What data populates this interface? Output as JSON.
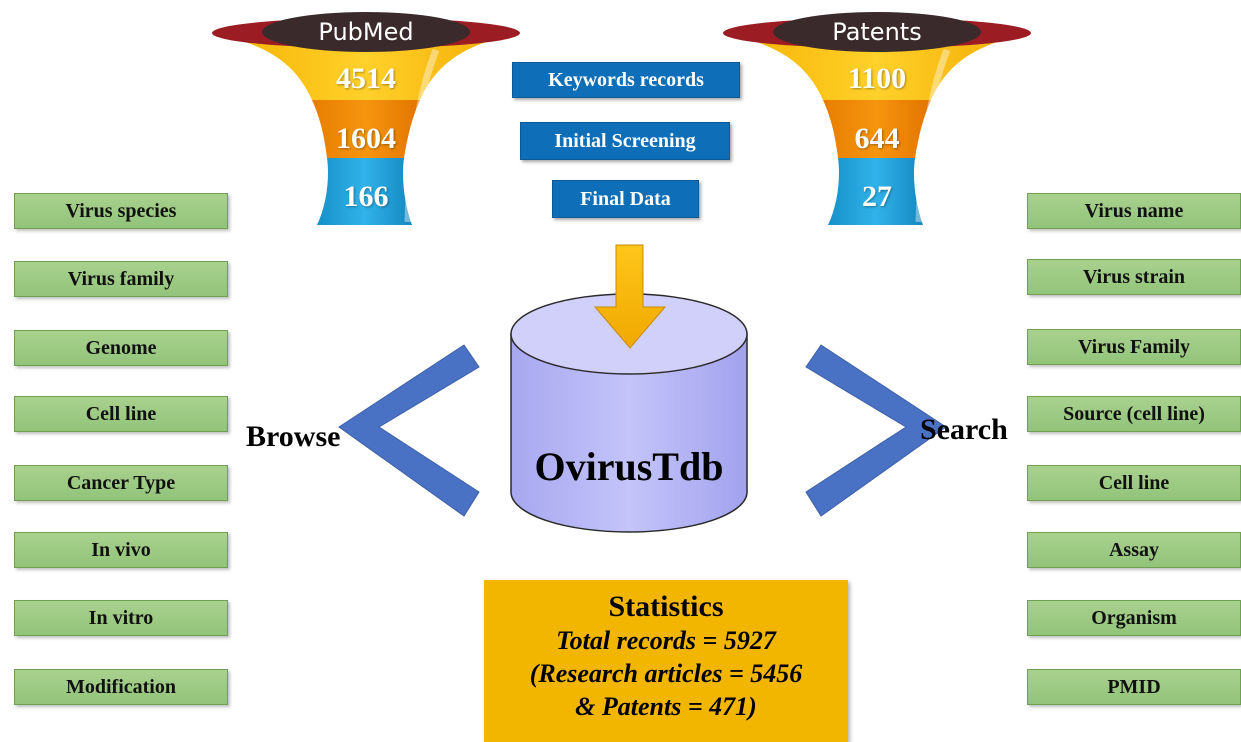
{
  "funnels": {
    "pubmed": {
      "title": "PubMed",
      "counts": [
        "4514",
        "1604",
        "166"
      ]
    },
    "patents": {
      "title": "Patents",
      "counts": [
        "1100",
        "644",
        "27"
      ]
    }
  },
  "steps": [
    "Keywords records",
    "Initial Screening",
    "Final Data"
  ],
  "database": {
    "name": "OvirusTdb"
  },
  "browse": {
    "label": "Browse",
    "items": [
      "Virus species",
      "Virus family",
      "Genome",
      "Cell line",
      "Cancer Type",
      "In vivo",
      "In vitro",
      "Modification"
    ]
  },
  "search": {
    "label": "Search",
    "items": [
      "Virus name",
      "Virus strain",
      "Virus Family",
      "Source (cell line)",
      "Cell line",
      "Assay",
      "Organism",
      "PMID"
    ]
  },
  "statistics": {
    "title": "Statistics",
    "lines": [
      "Total records = 5927",
      "(Research articles = 5456",
      "& Patents = 471)"
    ]
  },
  "colors": {
    "funnel_top": "#ffc000",
    "funnel_mid": "#f08a00",
    "funnel_bottom": "#1fa0d6",
    "funnel_rim": "#9b1c22",
    "box_green": "#a9d18e",
    "box_blue": "#0e6eb8",
    "stats_box": "#f2b600",
    "chevron": "#4a72c4",
    "cylinder": "#b4b4f6"
  }
}
